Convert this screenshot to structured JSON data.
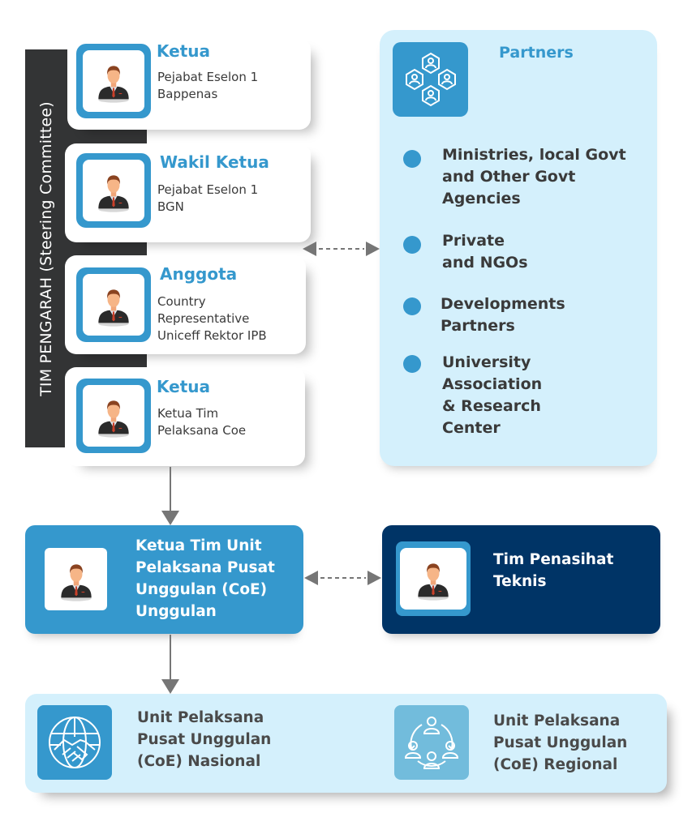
{
  "steering_committee": {
    "label": "TIM PENGARAH (Steering Committee)",
    "members": [
      {
        "title": "Ketua",
        "description": "Pejabat Eselon 1\nBappenas"
      },
      {
        "title": "Wakil Ketua",
        "description": "Pejabat Eselon 1\nBGN"
      },
      {
        "title": "Anggota",
        "description": "Country\nRepresentative\nUniceff Rektor IPB"
      },
      {
        "title": "Ketua",
        "description": "Ketua Tim\nPelaksana Coe"
      }
    ]
  },
  "partners": {
    "title": "Partners",
    "icon": "people-network-icon",
    "items": [
      "Ministries, local Govt\nand Other Govt\nAgencies",
      "Private\nand NGOs",
      "Developments\nPartners",
      "University\nAssociation\n& Research\nCenter"
    ]
  },
  "implementation_unit": {
    "label": "Ketua Tim Unit\nPelaksana Pusat\nUnggulan (CoE)\nUnggulan"
  },
  "technical_advisors": {
    "label": "Tim Penasihat\nTeknis"
  },
  "execution_units": [
    {
      "label": "Unit Pelaksana\nPusat Unggulan\n(CoE) Nasional",
      "icon": "globe-handshake-icon"
    },
    {
      "label": "Unit Pelaksana\nPusat Unggulan\n(CoE) Regional",
      "icon": "people-cycle-icon"
    }
  ],
  "colors": {
    "accent_blue": "#3598cd",
    "navy": "#003466",
    "light_blue_panel": "#d4f0fc",
    "dark_bar": "#333435",
    "arrow_gray": "#767676",
    "text_dark": "#3a3a3a"
  }
}
